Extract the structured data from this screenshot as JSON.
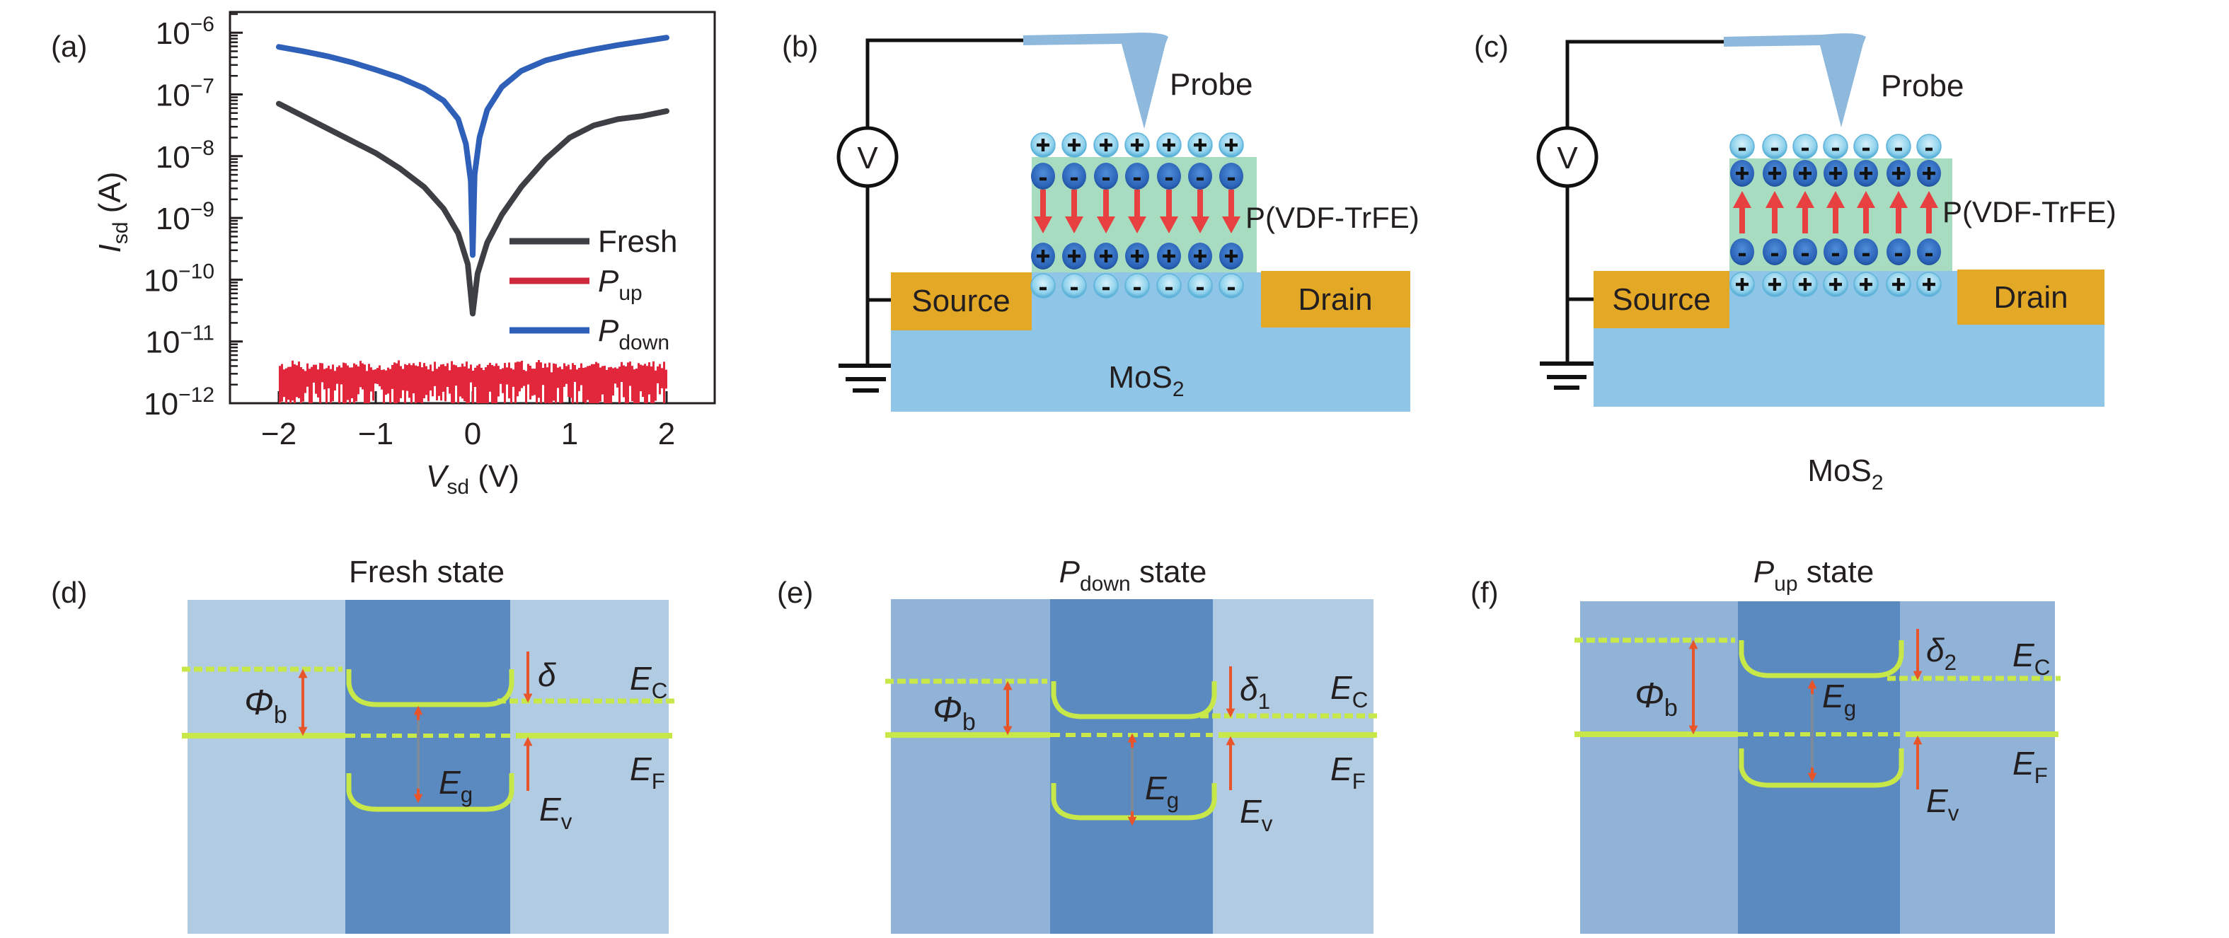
{
  "panels": {
    "a": {
      "letter": "(a)"
    },
    "b": {
      "letter": "(b)",
      "probe_label": "Probe",
      "film_label": "P(VDF-TrFE)",
      "source_label": "Source",
      "drain_label": "Drain",
      "substrate_label": "MoS",
      "substrate_sub": "2",
      "meter_label": "V",
      "polarization": "down",
      "top_surface_charges": "+",
      "film_top_charges": "-",
      "film_bottom_charges": "+",
      "interface_charges": "-",
      "charges_per_row": 7
    },
    "c": {
      "letter": "(c)",
      "probe_label": "Probe",
      "film_label": "P(VDF-TrFE)",
      "source_label": "Source",
      "drain_label": "Drain",
      "substrate_label": "MoS",
      "substrate_sub": "2",
      "meter_label": "V",
      "polarization": "up",
      "top_surface_charges": "-",
      "film_top_charges": "+",
      "film_bottom_charges": "-",
      "interface_charges": "+",
      "charges_per_row": 7
    },
    "d": {
      "letter": "(d)",
      "title": "Fresh state",
      "title_italic": "",
      "title_sub": "",
      "delta_label": "δ",
      "delta_sub": ""
    },
    "e": {
      "letter": "(e)",
      "title": " state",
      "title_italic": "P",
      "title_sub": "down",
      "delta_label": "δ",
      "delta_sub": "1"
    },
    "f": {
      "letter": "(f)",
      "title": " state",
      "title_italic": "P",
      "title_sub": "up",
      "delta_label": "δ",
      "delta_sub": "2"
    }
  },
  "band_labels": {
    "phi": "Φ",
    "phi_sub": "b",
    "ec": "E",
    "ec_sub": "C",
    "ef": "E",
    "ef_sub": "F",
    "eg": "E",
    "eg_sub": "g",
    "ev": "E",
    "ev_sub": "v"
  },
  "colors": {
    "fresh": "#3d3f45",
    "p_up": "#e2263c",
    "p_down": "#2f60b9",
    "axis": "#231f20",
    "gold": "#e2a826",
    "substrate": "#8fc5e6",
    "film": "#a8dcc0",
    "band_light": "#b0cbe2",
    "band_mid": "#91b3d7",
    "band_dark": "#5b8ac0",
    "band_line": "#c8e84a",
    "arrow": "#e8552a",
    "polar_arrow": "#e84040"
  },
  "chart_data": {
    "type": "line",
    "title": "",
    "xlabel": "V",
    "xlabel_sub": "sd",
    "xlabel_unit": " (V)",
    "ylabel": "I",
    "ylabel_sub": "sd",
    "ylabel_unit": " (A)",
    "xlim": [
      -2.5,
      2.5
    ],
    "ylim_log10": [
      -12,
      -5.66
    ],
    "yscale": "log",
    "x_ticks": [
      -2,
      -1,
      0,
      1,
      2
    ],
    "x_tick_labels": [
      "−2",
      "−1",
      "0",
      "1",
      "2"
    ],
    "y_ticks_log10": [
      -6,
      -7,
      -8,
      -9,
      -10,
      -11,
      -12
    ],
    "y_tick_labels": [
      {
        "base": "10",
        "exp": "−6"
      },
      {
        "base": "10",
        "exp": "−7"
      },
      {
        "base": "10",
        "exp": "−8"
      },
      {
        "base": "10",
        "exp": "−9"
      },
      {
        "base": "10",
        "exp": "−10"
      },
      {
        "base": "10",
        "exp": "−11"
      },
      {
        "base": "10",
        "exp": "−12"
      }
    ],
    "legend_position": "center-right",
    "grid": false,
    "series": [
      {
        "name": "Fresh",
        "name_italic": "",
        "name_sub": "",
        "color_key": "fresh",
        "x": [
          -2.0,
          -1.75,
          -1.5,
          -1.25,
          -1.0,
          -0.75,
          -0.5,
          -0.3,
          -0.15,
          -0.05,
          0.0,
          0.05,
          0.15,
          0.3,
          0.5,
          0.75,
          1.0,
          1.25,
          1.5,
          1.75,
          2.0
        ],
        "log10_y": [
          -7.15,
          -7.35,
          -7.55,
          -7.75,
          -7.95,
          -8.2,
          -8.5,
          -8.85,
          -9.25,
          -9.75,
          -10.55,
          -9.9,
          -9.4,
          -8.95,
          -8.5,
          -8.05,
          -7.7,
          -7.5,
          -7.4,
          -7.35,
          -7.27
        ]
      },
      {
        "name": "P",
        "name_italic": "P",
        "name_sub": "up",
        "color_key": "p_up",
        "x": [
          -2.0,
          2.0
        ],
        "log10_y_band": [
          -12.0,
          -11.35
        ],
        "note": "noise floor ~2e-12 to 5e-12 A across full sweep"
      },
      {
        "name": "P",
        "name_italic": "P",
        "name_sub": "down",
        "color_key": "p_down",
        "x": [
          -2.0,
          -1.75,
          -1.5,
          -1.25,
          -1.0,
          -0.75,
          -0.5,
          -0.3,
          -0.15,
          -0.07,
          -0.02,
          0.0,
          0.02,
          0.07,
          0.15,
          0.3,
          0.5,
          0.75,
          1.0,
          1.25,
          1.5,
          1.75,
          2.0
        ],
        "log10_y": [
          -6.23,
          -6.3,
          -6.38,
          -6.48,
          -6.6,
          -6.73,
          -6.9,
          -7.1,
          -7.4,
          -7.8,
          -8.4,
          -9.6,
          -8.3,
          -7.7,
          -7.25,
          -6.88,
          -6.62,
          -6.45,
          -6.35,
          -6.27,
          -6.2,
          -6.14,
          -6.08
        ]
      }
    ]
  }
}
